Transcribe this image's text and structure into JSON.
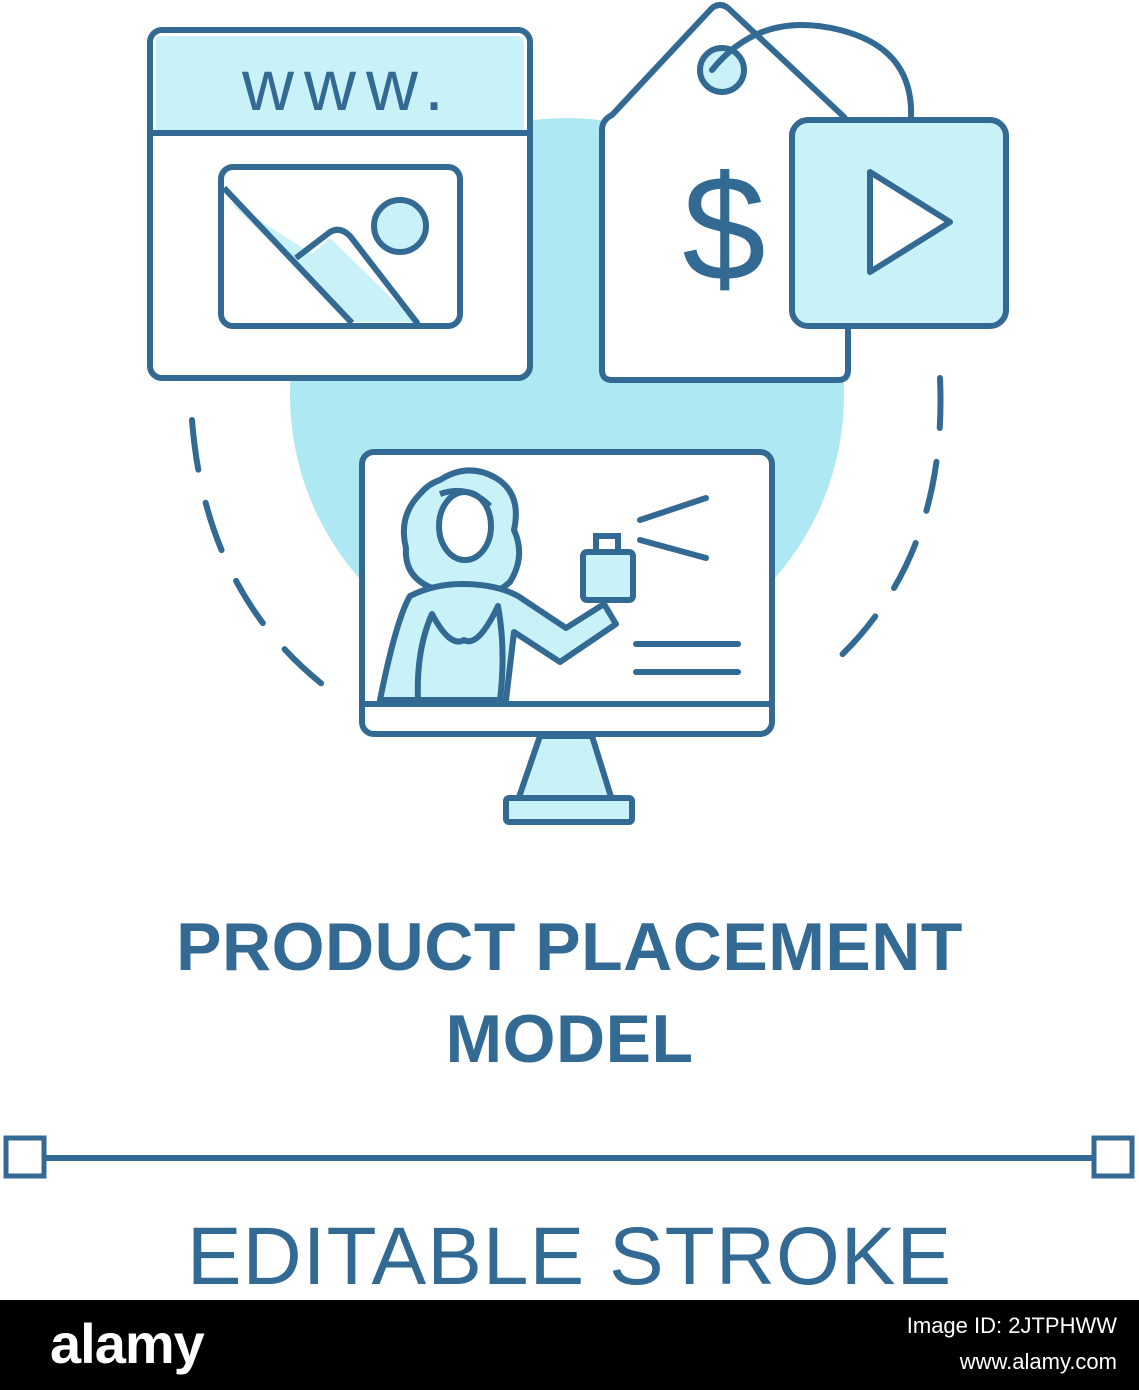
{
  "icon": {
    "browser_url_text": "www.",
    "price_symbol": "$"
  },
  "title": {
    "line1": "PRODUCT PLACEMENT",
    "line2": "MODEL"
  },
  "subtitle": "EDITABLE STROKE",
  "footer": {
    "brand": "alamy",
    "image_id": "Image ID: 2JTPHWW",
    "site": "www.alamy.com"
  },
  "colors": {
    "stroke": "#336a94",
    "fill": "#c9f2f8",
    "circle": "#aee8f2",
    "background": "#ffffff"
  }
}
